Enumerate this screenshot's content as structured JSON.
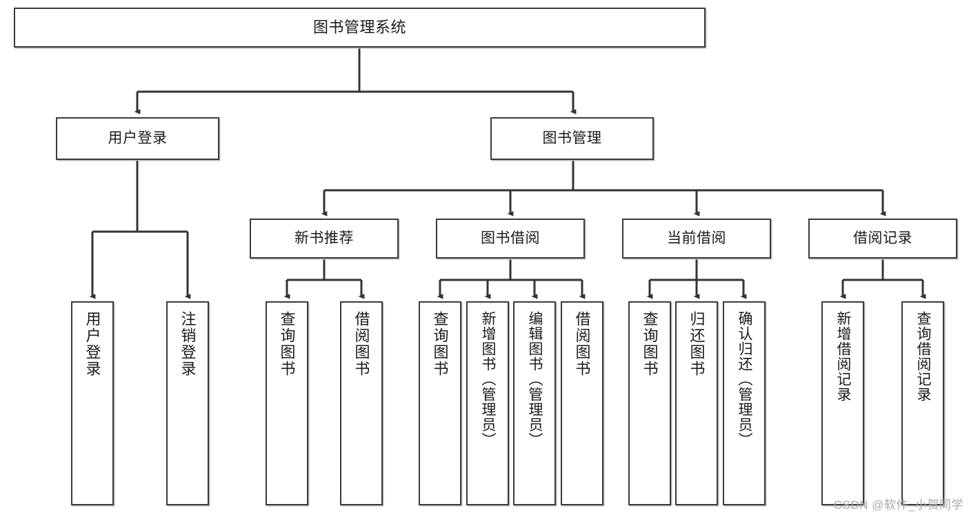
{
  "diagram": {
    "title": "图书管理系统",
    "type": "tree-hierarchy-chart",
    "watermark": "CSDN @软件_小贺同学",
    "colors": {
      "box_border": "#3a3a3a",
      "box_fill": "#ffffff",
      "edge": "#333333",
      "text": "#1a1a1a",
      "watermark": "#a8a8a8",
      "shadow": "#b9b9b9"
    },
    "root": {
      "label": "图书管理系统"
    },
    "level2": [
      {
        "label": "用户登录"
      },
      {
        "label": "图书管理"
      }
    ],
    "level3": [
      {
        "label": "新书推荐"
      },
      {
        "label": "图书借阅"
      },
      {
        "label": "当前借阅"
      },
      {
        "label": "借阅记录"
      }
    ],
    "leaves": {
      "user_login": [
        {
          "label": "用户登录"
        },
        {
          "label": "注销登录"
        }
      ],
      "new_book_recommend": [
        {
          "label": "查询图书"
        },
        {
          "label": "借阅图书"
        }
      ],
      "book_borrow": [
        {
          "label": "查询图书"
        },
        {
          "label": "新增图书（管理员）"
        },
        {
          "label": "编辑图书（管理员）"
        },
        {
          "label": "借阅图书"
        }
      ],
      "current_borrow": [
        {
          "label": "查询图书"
        },
        {
          "label": "归还图书"
        },
        {
          "label": "确认归还（管理员）"
        }
      ],
      "borrow_records": [
        {
          "label": "新增借阅记录"
        },
        {
          "label": "查询借阅记录"
        }
      ]
    }
  }
}
